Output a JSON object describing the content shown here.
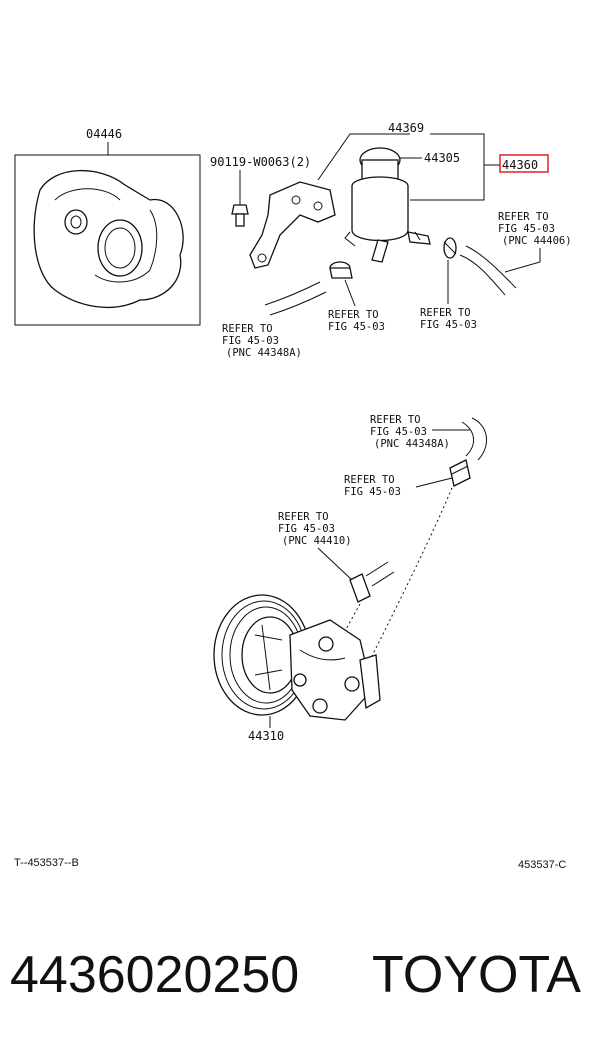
{
  "diagram": {
    "labels": {
      "p04446": "04446",
      "p44369": "44369",
      "p90119": "90119-W0063(2)",
      "p44305": "44305",
      "p44360": "44360",
      "p44310": "44310"
    },
    "refers": {
      "a": {
        "l1": "REFER TO",
        "l2": "FIG 45-03",
        "l3": "(PNC 44406)"
      },
      "b": {
        "l1": "REFER TO",
        "l2": "FIG 45-03",
        "l3": "(PNC 44348A)"
      },
      "c": {
        "l1": "REFER TO",
        "l2": "FIG 45-03"
      },
      "d": {
        "l1": "REFER TO",
        "l2": "FIG 45-03"
      },
      "e": {
        "l1": "REFER TO",
        "l2": "FIG 45-03",
        "l3": "(PNC 44348A)"
      },
      "f": {
        "l1": "REFER TO",
        "l2": "FIG 45-03"
      },
      "g": {
        "l1": "REFER TO",
        "l2": "FIG 45-03",
        "l3": "(PNC 44410)"
      }
    },
    "footer_left": "T--453537--B",
    "footer_right": "453537-C",
    "highlight_color": "#e02020"
  },
  "caption": {
    "part_number": "4436020250",
    "brand": "TOYOTA"
  }
}
